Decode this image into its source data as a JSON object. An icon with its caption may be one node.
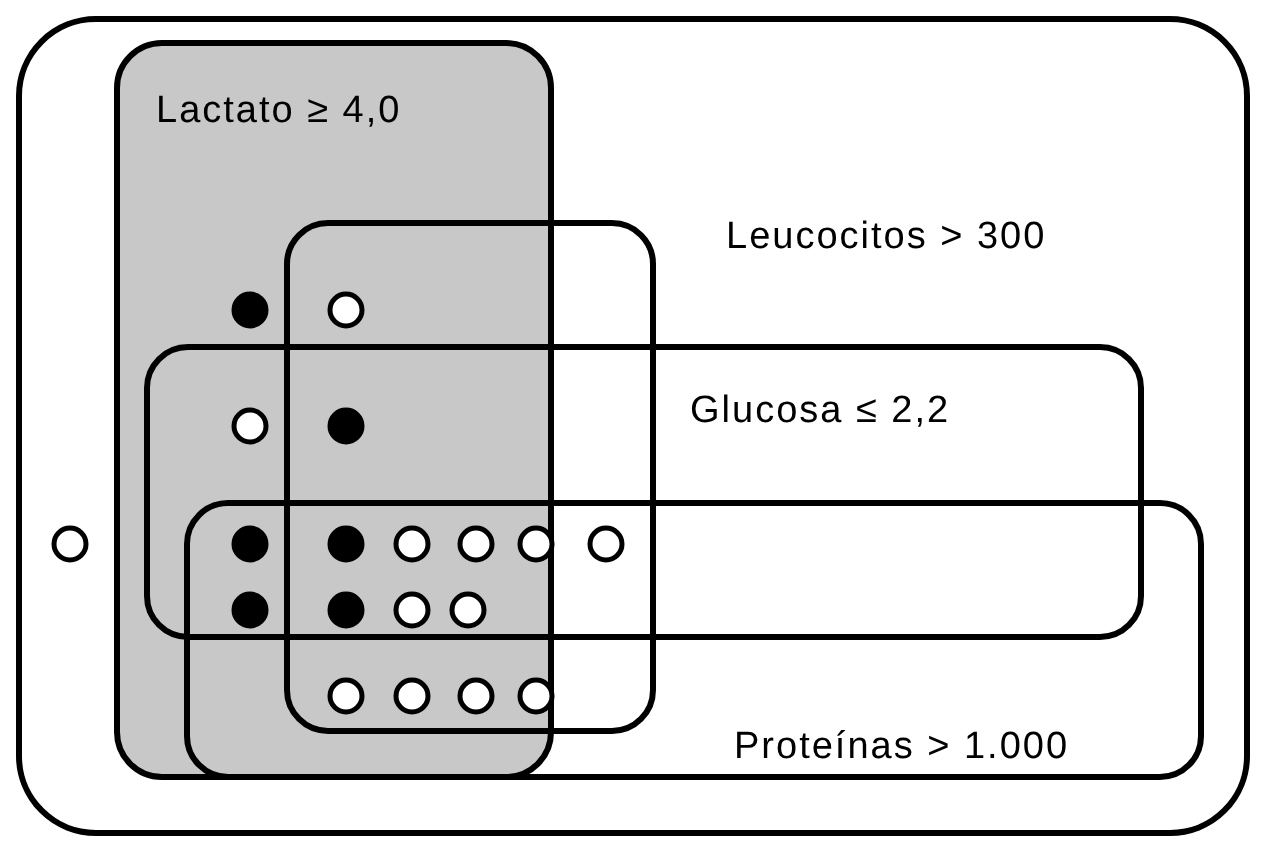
{
  "diagram": {
    "nodes": [
      {
        "text": [],
        "shape": "box"
      },
      {
        "text": [
          "Lactato ≥ 4,0"
        ],
        "in": 0
      },
      {
        "text": [
          "Leucocitos > 300"
        ],
        "in": 0
      },
      {
        "text": [
          "Glucosa ≤ 2,2"
        ],
        "in": 0
      },
      {
        "text": [
          "Proteínas > 1.000"
        ],
        "in": 0
      }
    ],
    "edges": []
  }
}
